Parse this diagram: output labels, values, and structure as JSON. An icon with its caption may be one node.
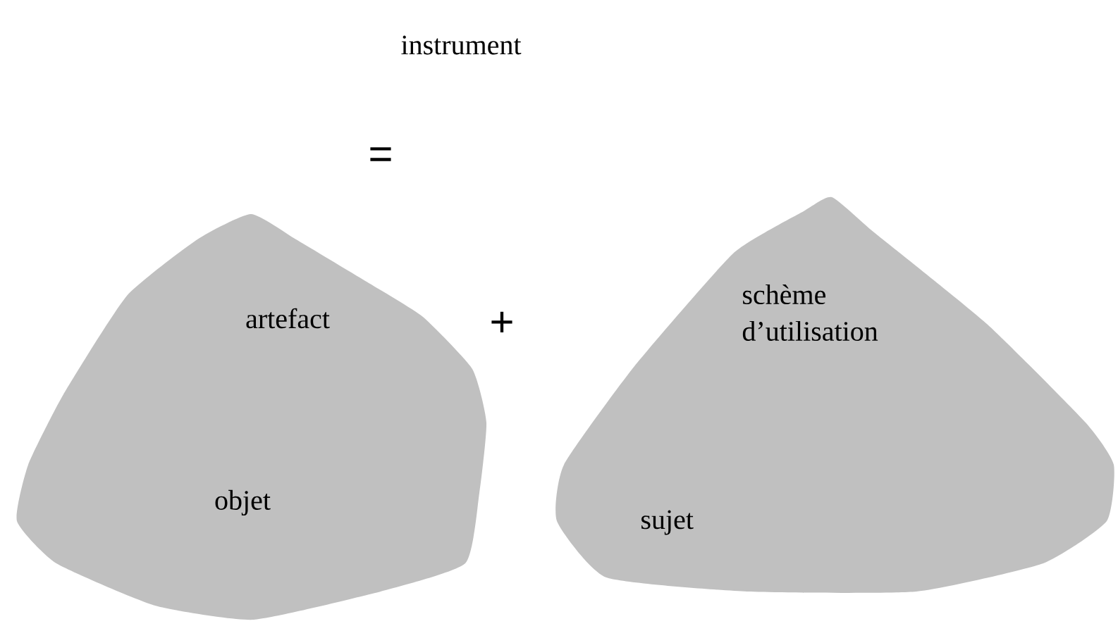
{
  "diagram": {
    "nodes": [
      {
        "text": [
          "artefact",
          "objet"
        ]
      },
      {
        "text": [
          "schème d’utilisation",
          "sujet"
        ]
      }
    ],
    "labels": [
      "instrument",
      "=",
      "+"
    ]
  }
}
